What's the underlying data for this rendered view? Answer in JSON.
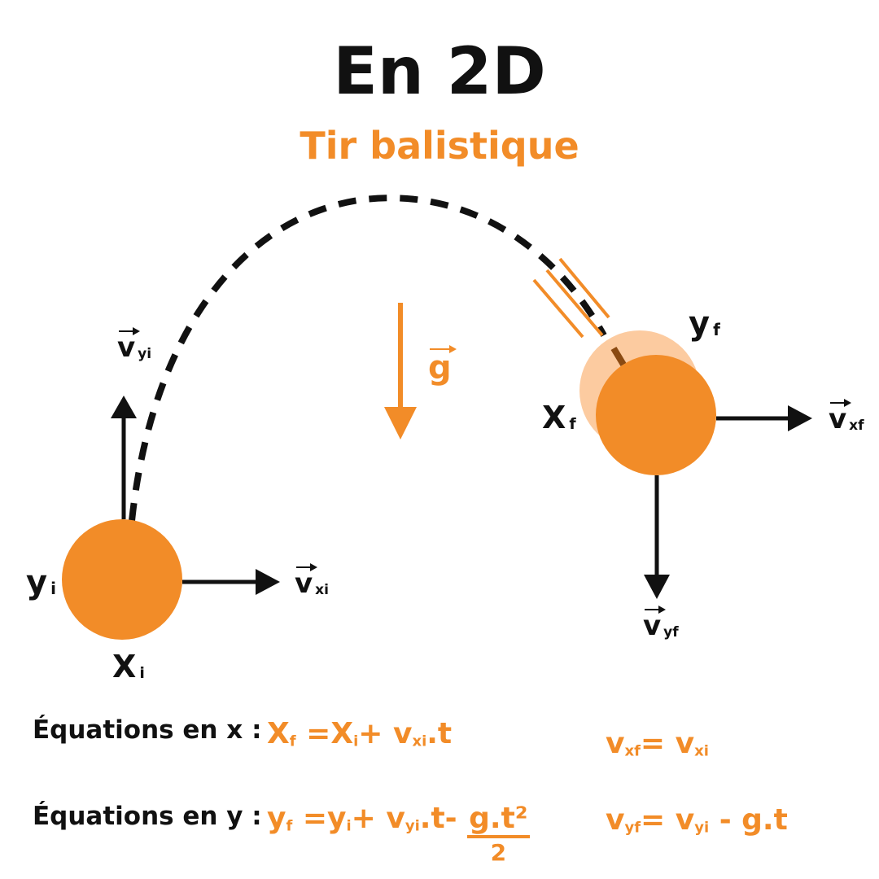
{
  "title": "En 2D",
  "subtitle": "Tir balistique",
  "colors": {
    "accent": "#f28c28",
    "ghost": "#fccba0",
    "ink": "#111111"
  },
  "labels": {
    "yi": {
      "base": "y",
      "sub": "i"
    },
    "xi": {
      "base": "X",
      "sub": "i"
    },
    "vyi": {
      "base": "v",
      "sub": "yi"
    },
    "vxi": {
      "base": "v",
      "sub": "xi"
    },
    "g": {
      "base": "g"
    },
    "yf": {
      "base": "y",
      "sub": "f"
    },
    "xf": {
      "base": "X",
      "sub": "f"
    },
    "vxf": {
      "base": "v",
      "sub": "xf"
    },
    "vyf": {
      "base": "v",
      "sub": "yf"
    }
  },
  "equations": {
    "x": {
      "label": "Équations en x :",
      "lhs": {
        "base": "X",
        "sub": "f"
      },
      "eq": "=",
      "t1": {
        "base": "X",
        "sub": "i"
      },
      "plus": "+",
      "t2": {
        "base": "v",
        "sub": "xi"
      },
      "tail": ".t",
      "right": {
        "a": {
          "base": "v",
          "sub": "xf"
        },
        "eq": "=",
        "b": {
          "base": "v",
          "sub": "xi"
        }
      }
    },
    "y": {
      "label": "Équations en y :",
      "lhs": {
        "base": "y",
        "sub": "f"
      },
      "eq": "=",
      "t1": {
        "base": "y",
        "sub": "i"
      },
      "plus": "+",
      "t2": {
        "base": "v",
        "sub": "yi"
      },
      "tail": ".t-",
      "frac": {
        "num": "g.t²",
        "den": "2"
      },
      "right": {
        "a": {
          "base": "v",
          "sub": "yf"
        },
        "eq": "=",
        "b": {
          "base": "v",
          "sub": "yi"
        },
        "tail": "- g.t"
      }
    }
  }
}
